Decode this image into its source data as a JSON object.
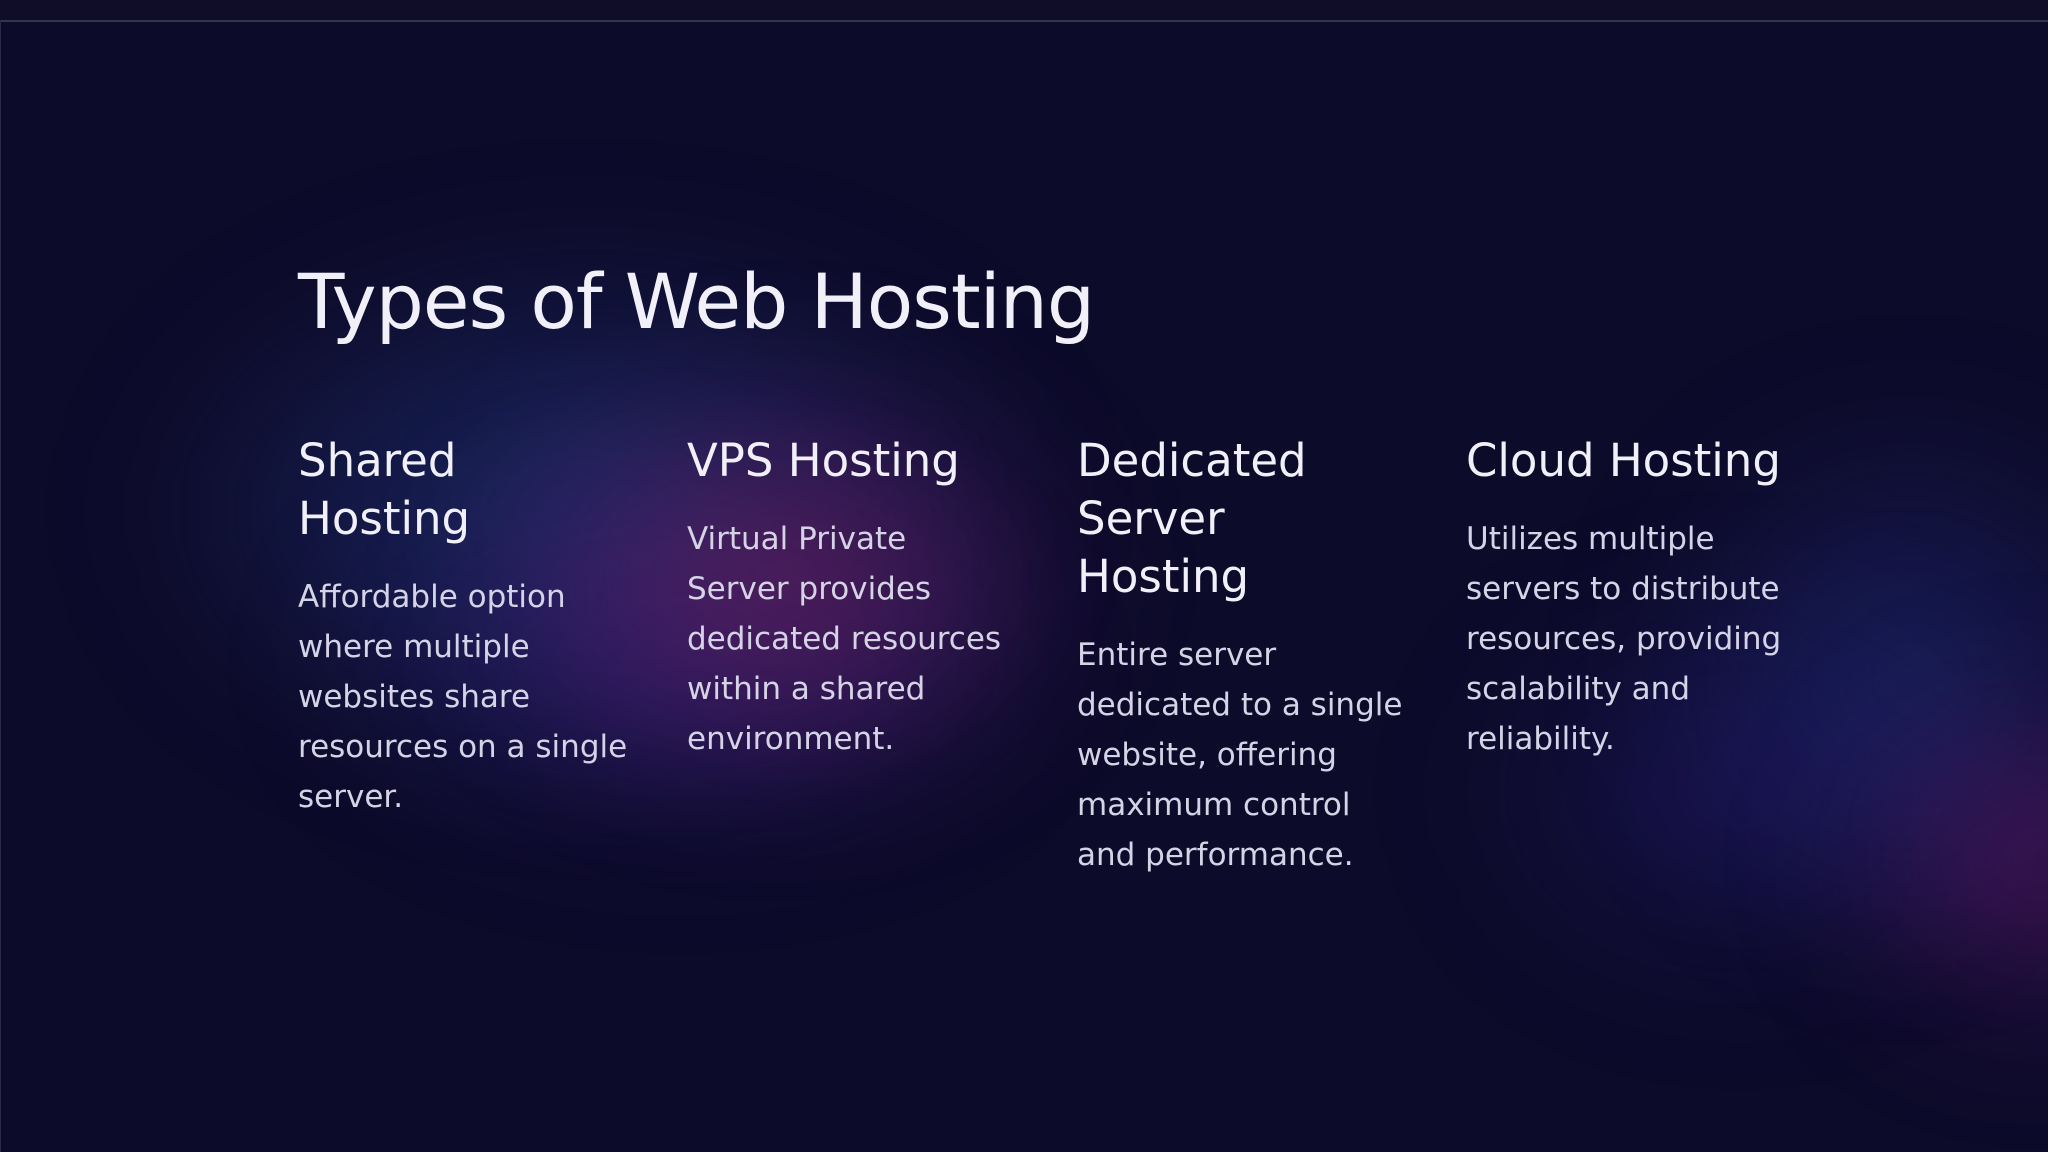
{
  "slide": {
    "title": "Types of Web Hosting",
    "columns": [
      {
        "heading": "Shared Hosting",
        "text": "Affordable option where multiple websites share resources on a single server."
      },
      {
        "heading": "VPS Hosting",
        "text": "Virtual Private Server provides dedicated resources within a shared environment."
      },
      {
        "heading": "Dedicated Server Hosting",
        "text": "Entire server dedicated to a single website, offering maximum control and performance."
      },
      {
        "heading": "Cloud Hosting",
        "text": "Utilizes multiple servers to distribute resources, providing scalability and reliability."
      }
    ]
  },
  "colors": {
    "background": "#0d0b2a",
    "heading_text": "#f1f0f8",
    "body_text": "#d5d3e6",
    "glow_blue": "#28469a",
    "glow_magenta": "#8c1e5a"
  }
}
